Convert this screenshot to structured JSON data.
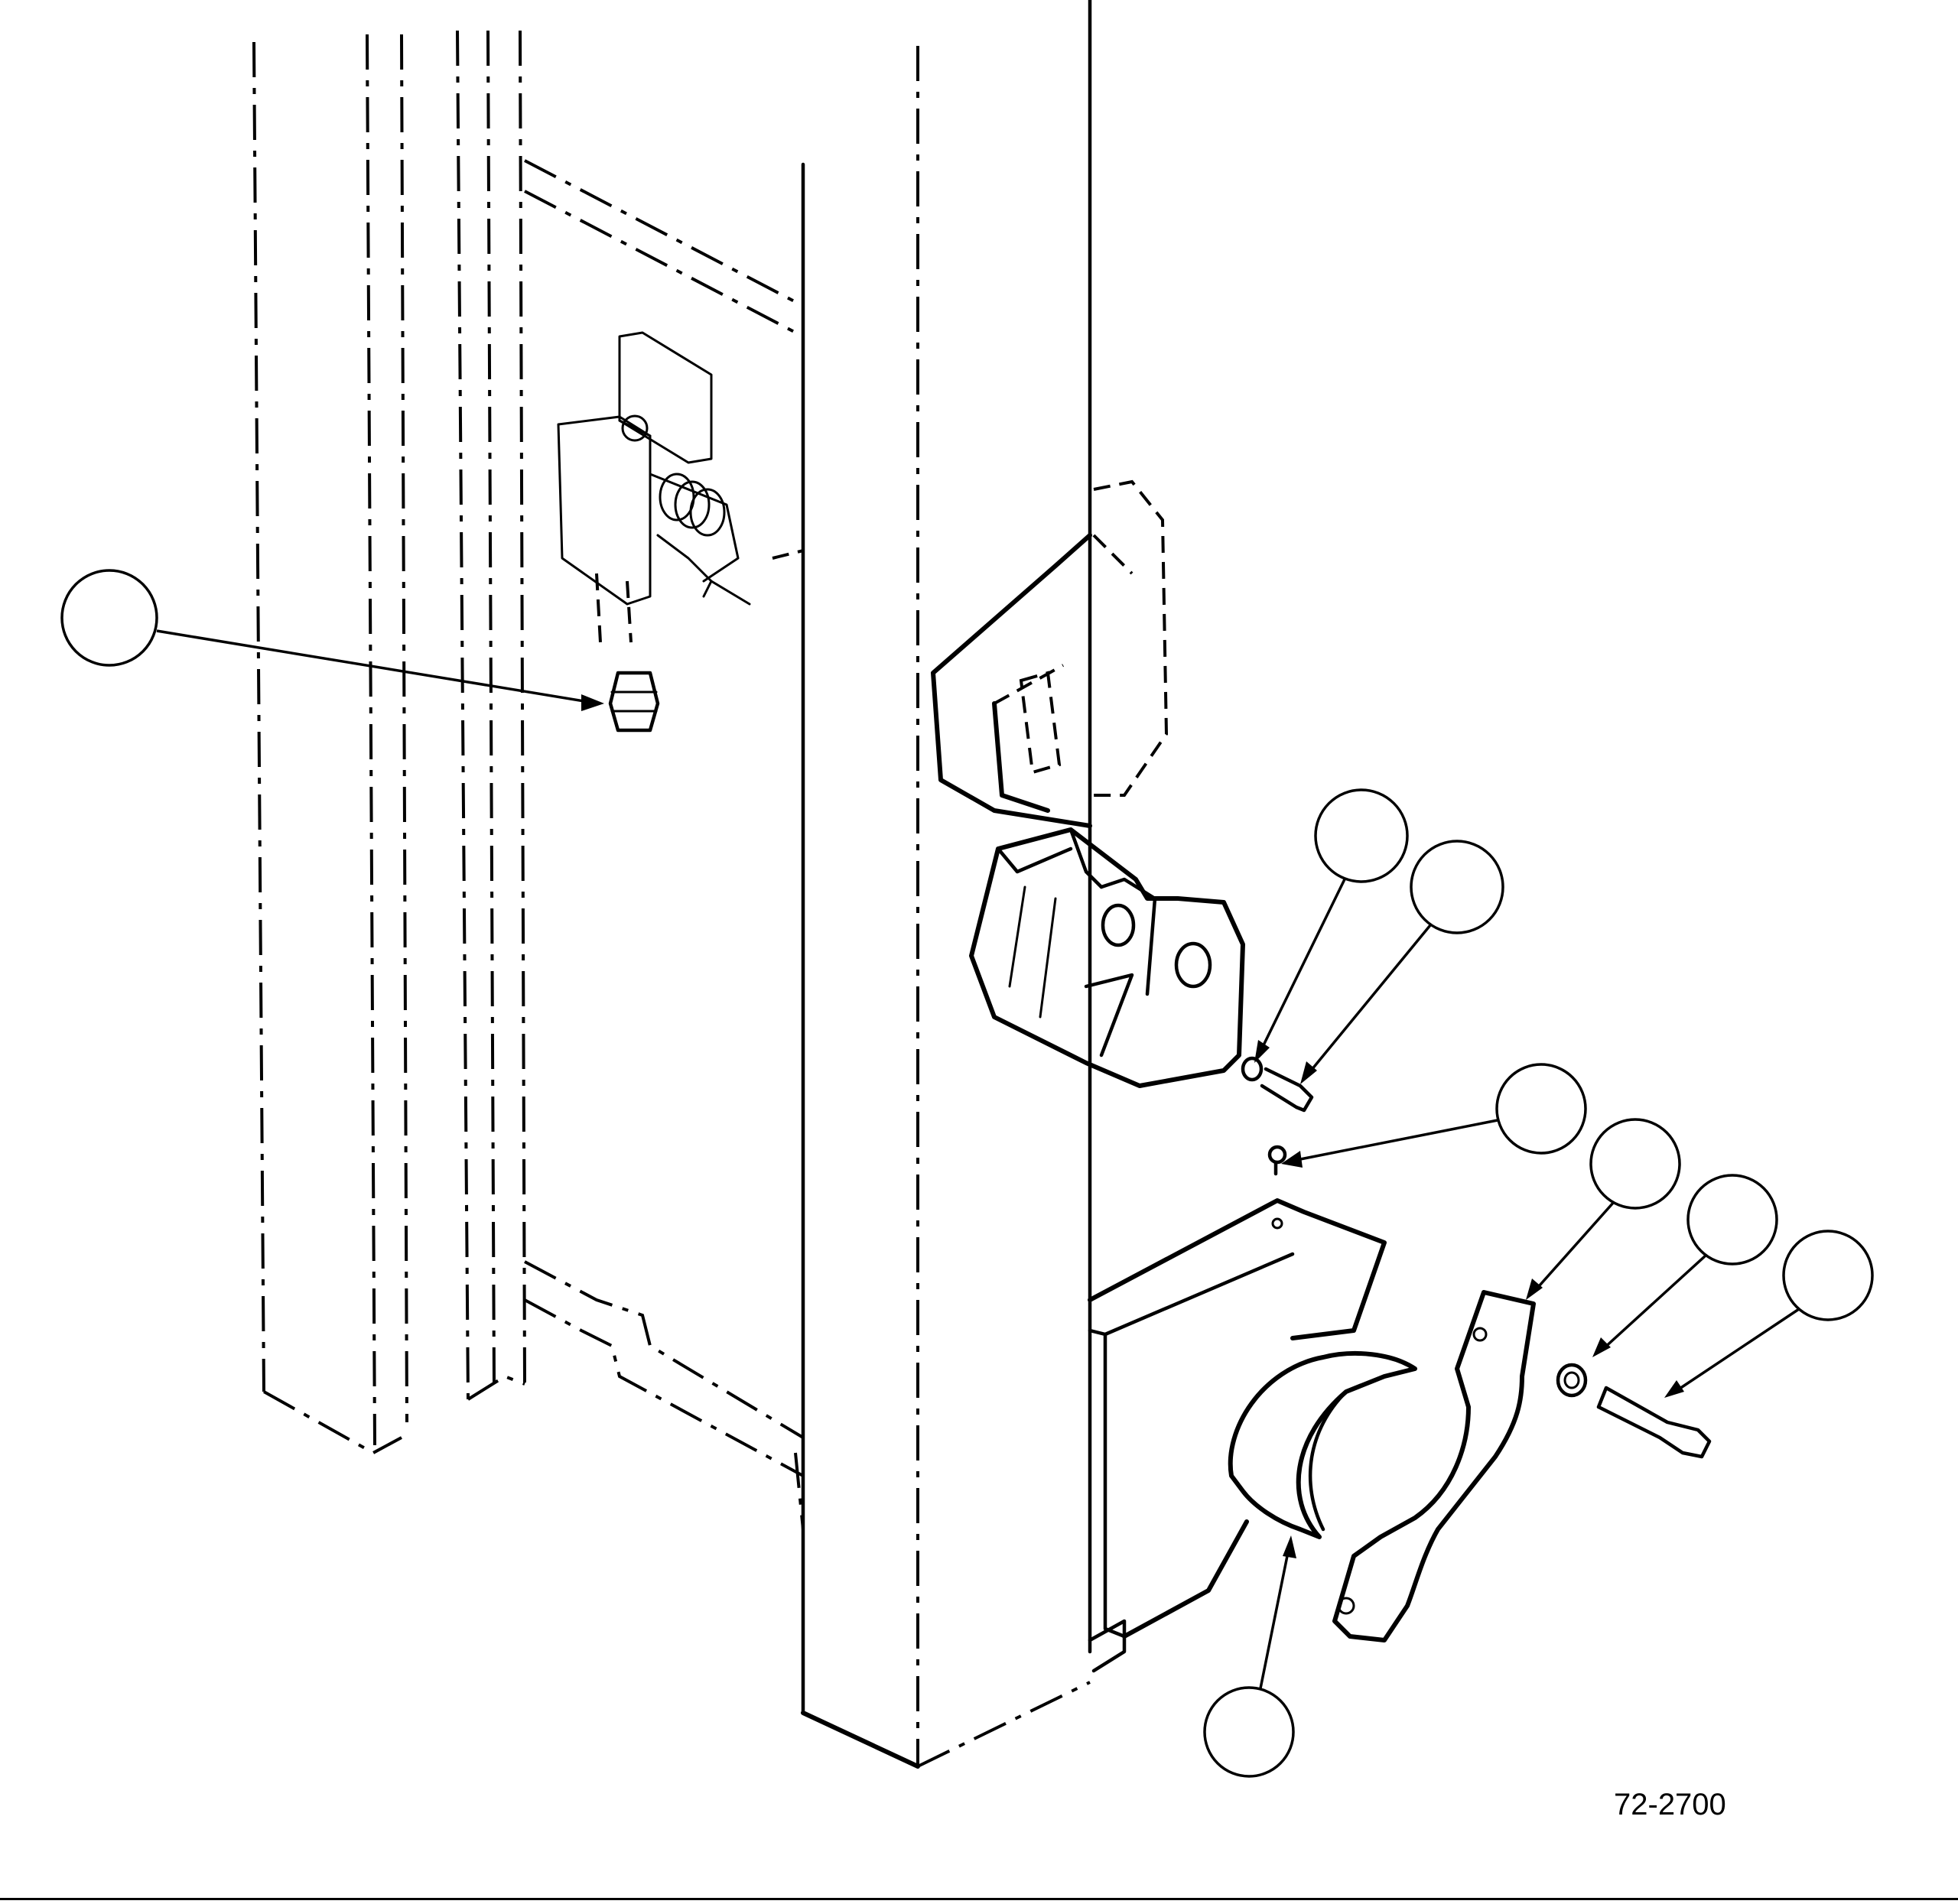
{
  "figure": {
    "number": "72-2700"
  },
  "callouts": [
    {
      "name": "callout-1",
      "label": ""
    },
    {
      "name": "callout-2",
      "label": ""
    },
    {
      "name": "callout-3",
      "label": ""
    },
    {
      "name": "callout-4",
      "label": ""
    },
    {
      "name": "callout-5",
      "label": ""
    },
    {
      "name": "callout-6",
      "label": ""
    },
    {
      "name": "callout-7",
      "label": ""
    },
    {
      "name": "callout-8",
      "label": ""
    }
  ]
}
